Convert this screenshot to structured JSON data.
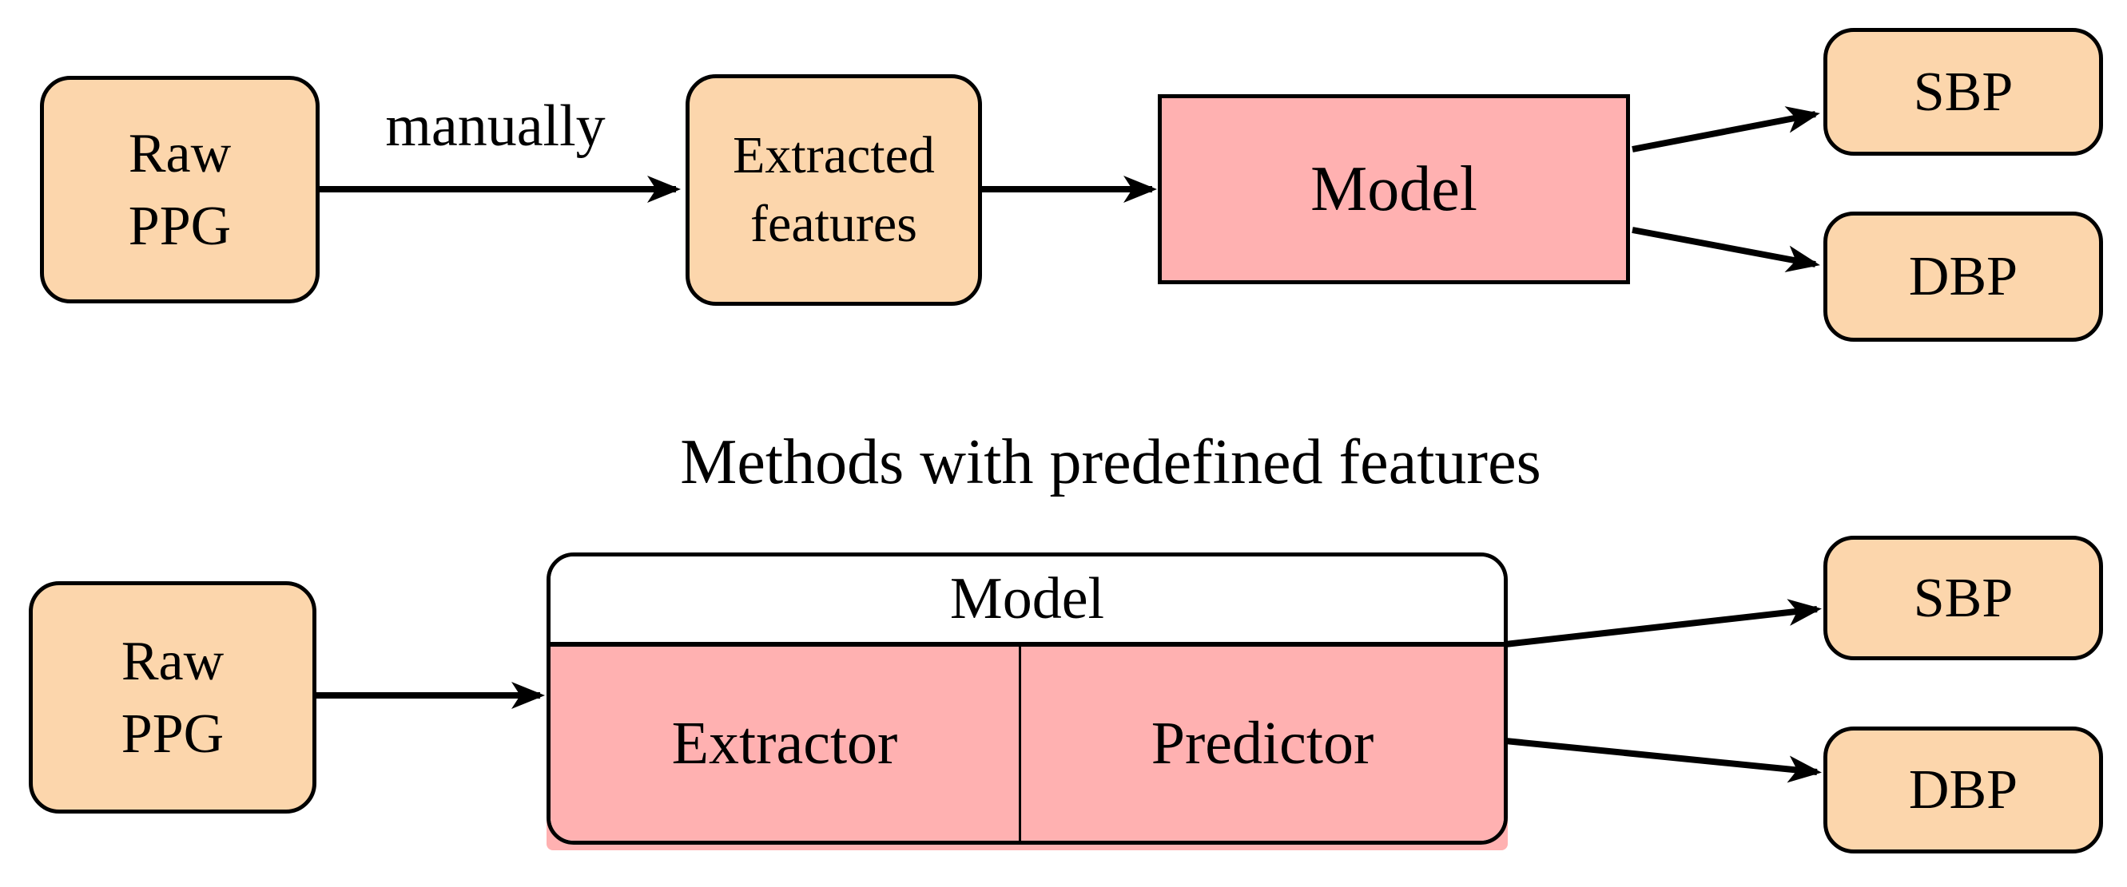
{
  "colors": {
    "background": "#ffffff",
    "node_fill": "#fcd6ac",
    "model_fill": "#ffb1b1",
    "stroke": "#000000"
  },
  "top_flow": {
    "raw_ppg": {
      "lines": [
        "Raw",
        "PPG"
      ]
    },
    "arrow_label": "manually",
    "extracted_features": {
      "lines": [
        "Extracted",
        "features"
      ]
    },
    "model": {
      "label": "Model"
    },
    "sbp": {
      "label": "SBP"
    },
    "dbp": {
      "label": "DBP"
    }
  },
  "caption": "Methods with predefined features",
  "bottom_flow": {
    "raw_ppg": {
      "lines": [
        "Raw",
        "PPG"
      ]
    },
    "model": {
      "label": "Model",
      "extractor": "Extractor",
      "predictor": "Predictor"
    },
    "sbp": {
      "label": "SBP"
    },
    "dbp": {
      "label": "DBP"
    }
  }
}
